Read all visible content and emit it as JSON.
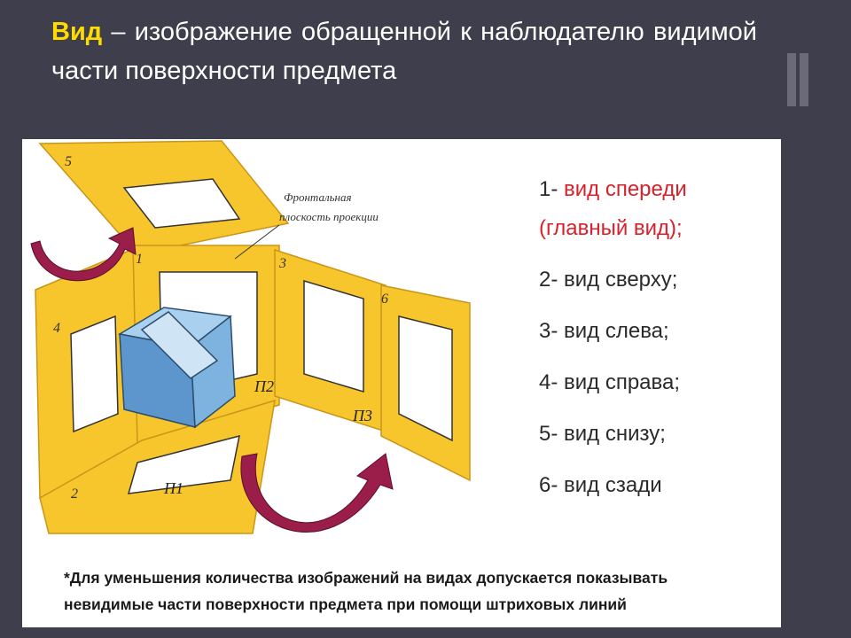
{
  "slide": {
    "term": "Вид",
    "definition": " – изображение обращенной к наблюдателю видимой части поверхности предмета"
  },
  "illustration": {
    "frontal_plane_label_1": "Фронтальная",
    "frontal_plane_label_2": "плоскость проекции",
    "plane_numbers": [
      "1",
      "2",
      "3",
      "4",
      "5",
      "6"
    ],
    "pi_labels": [
      "П2",
      "П3",
      "П1"
    ],
    "colors": {
      "plane": "#f7c62c",
      "plane_dark": "#d9a316",
      "arrow": "#9b1e4a",
      "cube": "#6ea6d8"
    }
  },
  "views": [
    {
      "prefix": "1-",
      "text": " вид спереди",
      "text2": "(главный вид);"
    },
    {
      "prefix": "2-",
      "text": " вид сверху;"
    },
    {
      "prefix": "3-",
      "text": " вид слева;"
    },
    {
      "prefix": "4-",
      "text": " вид справа;"
    },
    {
      "prefix": "5-",
      "text": " вид снизу;"
    },
    {
      "prefix": "6-",
      "text": " вид сзади"
    }
  ],
  "note": {
    "line1": "*Для уменьшения количества изображений на видах допускается показывать",
    "line2": "невидимые части поверхности предмета при помощи штриховых линий"
  }
}
